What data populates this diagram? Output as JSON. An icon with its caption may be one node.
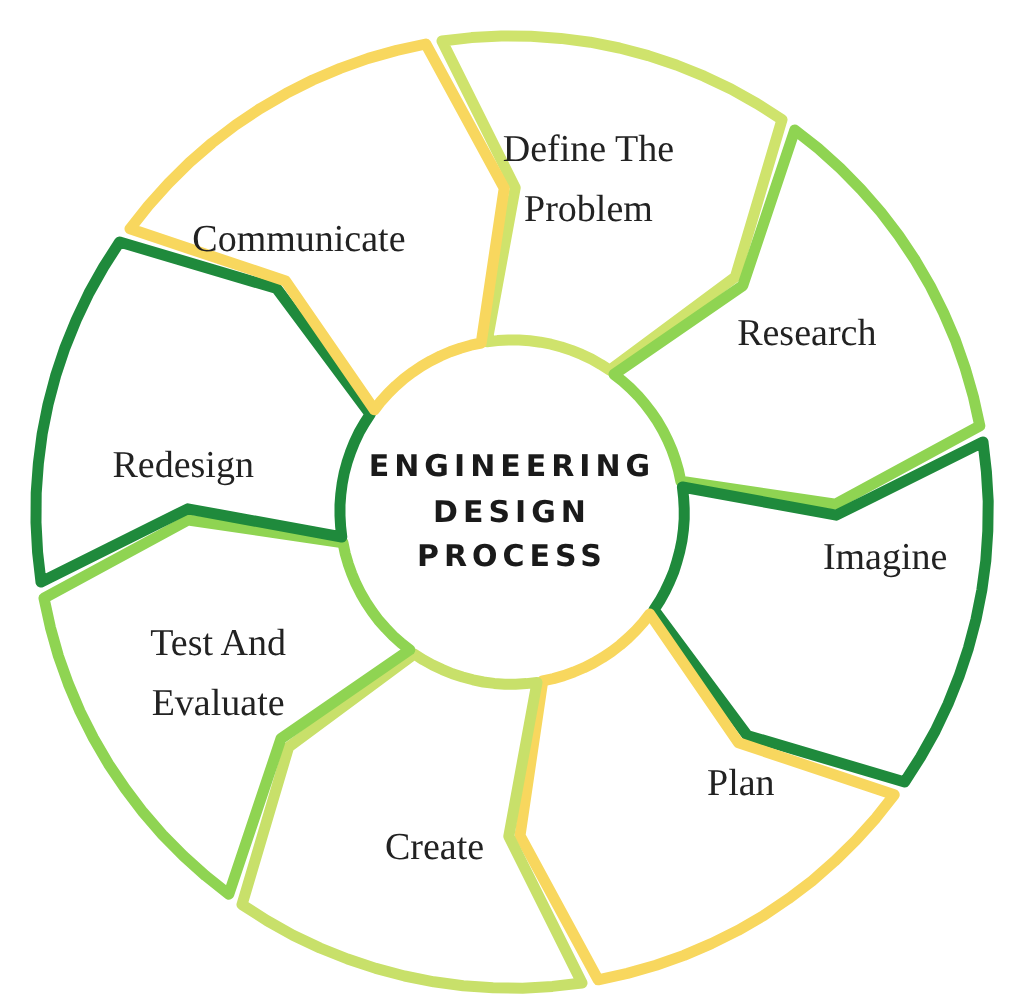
{
  "diagram": {
    "nodes": [
      {
        "text": [
          "Define The Problem"
        ]
      },
      {
        "text": [
          "Research"
        ]
      },
      {
        "text": [
          "Imagine"
        ]
      },
      {
        "text": [
          "Plan"
        ]
      },
      {
        "text": [
          "Create"
        ]
      },
      {
        "text": [
          "Test And Evaluate"
        ]
      },
      {
        "text": [
          "Redesign"
        ]
      },
      {
        "text": [
          "Communicate"
        ]
      },
      {
        "text": [
          "ENGINEERING DESIGN PROCESS"
        ]
      }
    ]
  }
}
